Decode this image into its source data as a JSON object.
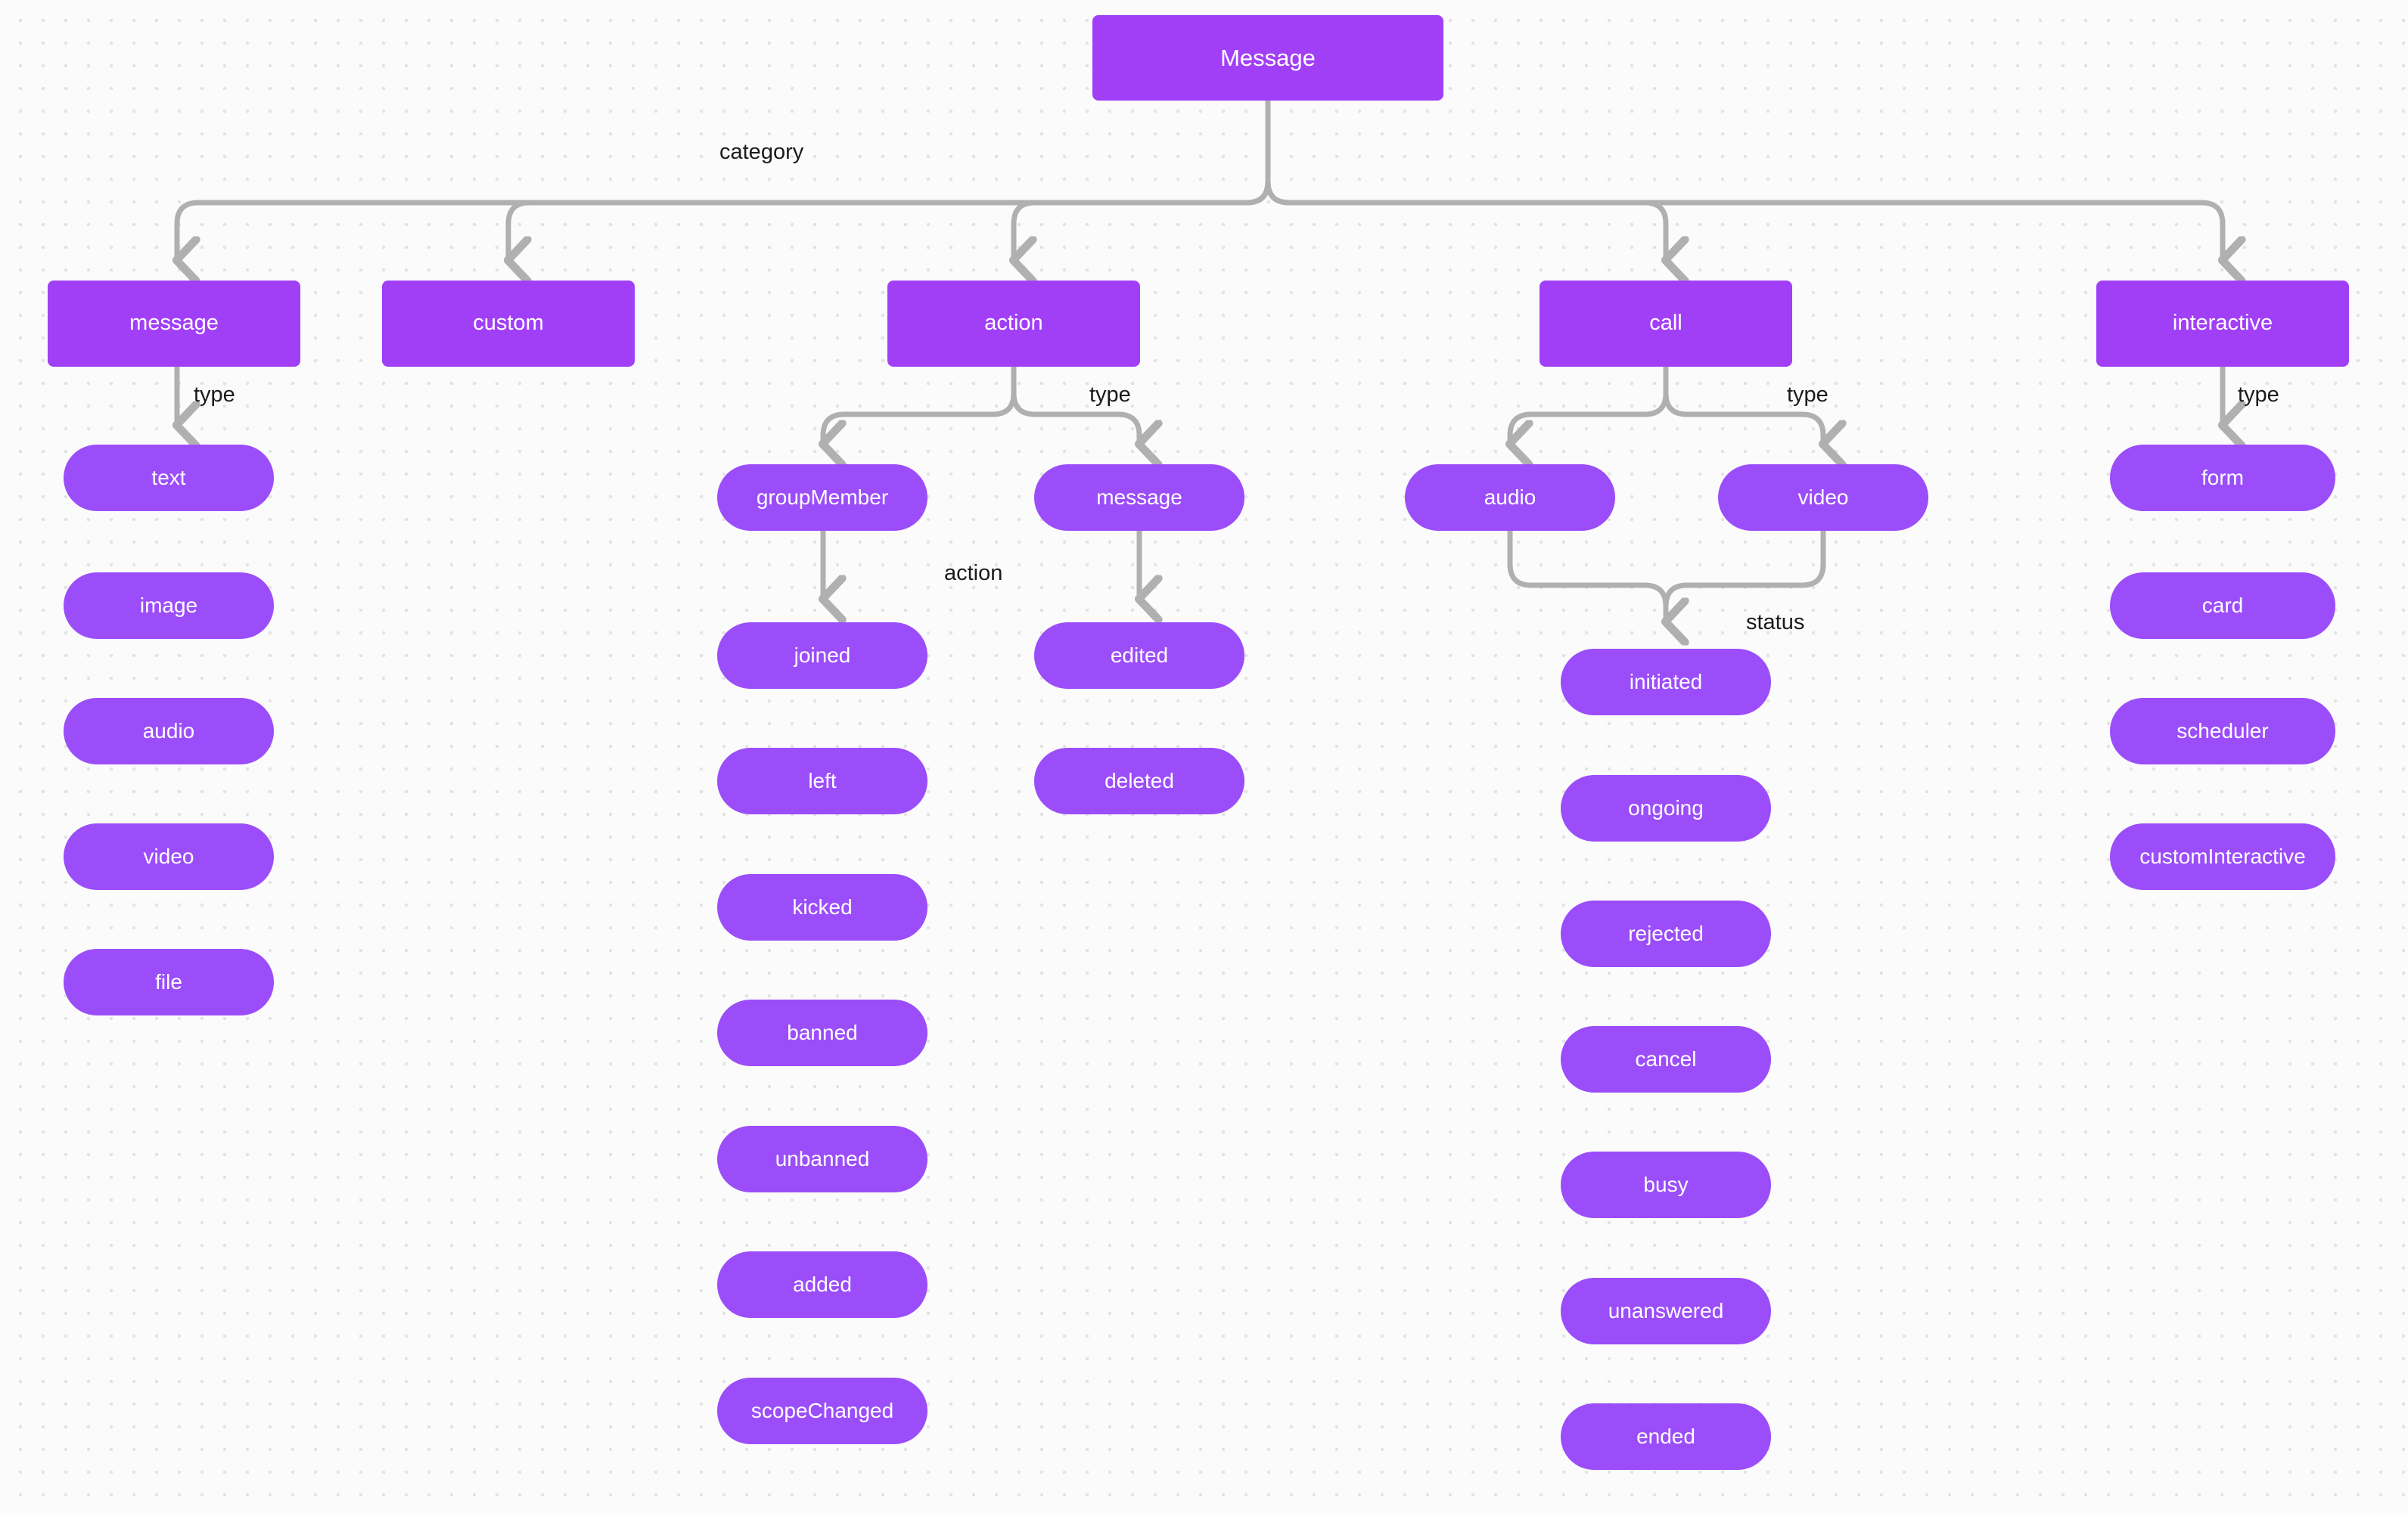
{
  "diagram": {
    "title": "Message",
    "theme": {
      "background": "#fbfbfb",
      "dot_color": "#e3e3e3",
      "node_rect_color": "#a13ff7",
      "node_pill_color": "#9b4dfa",
      "edge_color": "#b0b0b0",
      "node_text_color": "#ffffff",
      "label_text_color": "#1b1b1b"
    },
    "root": {
      "label": "Message"
    },
    "edge_labels": {
      "category": "category",
      "type_message": "type",
      "type_action": "type",
      "type_call": "type",
      "type_interactive": "type",
      "action": "action",
      "status": "status"
    },
    "categories": [
      {
        "label": "message"
      },
      {
        "label": "custom"
      },
      {
        "label": "action"
      },
      {
        "label": "call"
      },
      {
        "label": "interactive"
      }
    ],
    "message_types": [
      {
        "label": "text"
      },
      {
        "label": "image"
      },
      {
        "label": "audio"
      },
      {
        "label": "video"
      },
      {
        "label": "file"
      }
    ],
    "action_types": [
      {
        "label": "groupMember"
      },
      {
        "label": "message"
      }
    ],
    "group_member_actions": [
      {
        "label": "joined"
      },
      {
        "label": "left"
      },
      {
        "label": "kicked"
      },
      {
        "label": "banned"
      },
      {
        "label": "unbanned"
      },
      {
        "label": "added"
      },
      {
        "label": "scopeChanged"
      }
    ],
    "message_actions": [
      {
        "label": "edited"
      },
      {
        "label": "deleted"
      }
    ],
    "call_types": [
      {
        "label": "audio"
      },
      {
        "label": "video"
      }
    ],
    "call_statuses": [
      {
        "label": "initiated"
      },
      {
        "label": "ongoing"
      },
      {
        "label": "rejected"
      },
      {
        "label": "cancel"
      },
      {
        "label": "busy"
      },
      {
        "label": "unanswered"
      },
      {
        "label": "ended"
      }
    ],
    "interactive_types": [
      {
        "label": "form"
      },
      {
        "label": "card"
      },
      {
        "label": "scheduler"
      },
      {
        "label": "customInteractive"
      }
    ]
  }
}
